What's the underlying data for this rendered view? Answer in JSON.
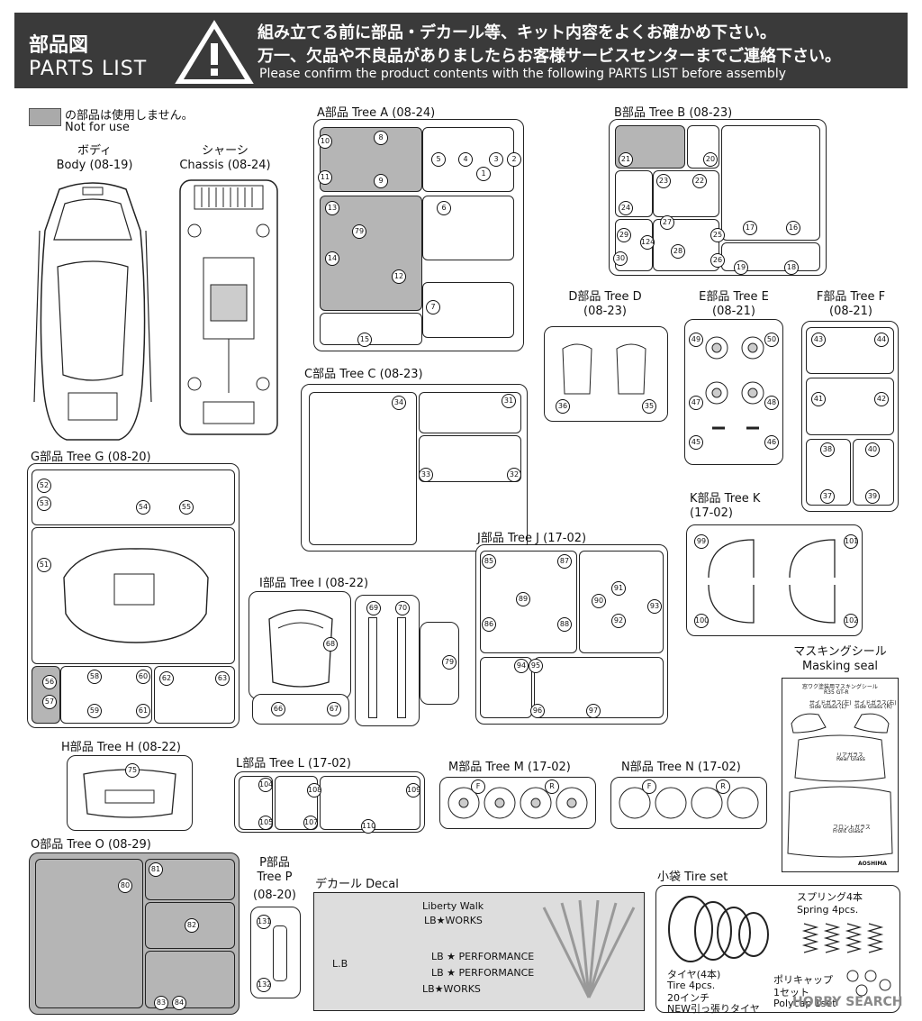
{
  "header": {
    "title_jp": "部品図",
    "title_en": "PARTS LIST",
    "warning_line1": "組み立てる前に部品・デカール等、キット内容をよくお確かめ下さい。",
    "warning_line2": "万一、欠品や不良品がありましたらお客様サービスセンターまでご連絡下さい。",
    "warning_line3": "Please confirm the product contents with the following PARTS LIST before assembly"
  },
  "legend": {
    "text_jp": "の部品は使用しません。",
    "text_en": "Not for use"
  },
  "body": {
    "label_jp": "ボディ",
    "label_en": "Body (08-19)"
  },
  "chassis": {
    "label_jp": "シャーシ",
    "label_en": "Chassis (08-24)"
  },
  "trees": {
    "A": {
      "label": "A部品 Tree A (08-24)",
      "parts": [
        "10",
        "8",
        "11",
        "9",
        "5",
        "4",
        "3",
        "1",
        "2",
        "13",
        "79",
        "14",
        "6",
        "12",
        "7",
        "15"
      ]
    },
    "B": {
      "label": "B部品 Tree B (08-23)",
      "parts": [
        "21",
        "20",
        "23",
        "22",
        "24",
        "27",
        "17",
        "16",
        "29",
        "124",
        "28",
        "25",
        "30",
        "26",
        "19",
        "18"
      ]
    },
    "C": {
      "label": "C部品 Tree C (08-23)",
      "parts": [
        "34",
        "31",
        "33",
        "32"
      ]
    },
    "D": {
      "label_1": "D部品 Tree D",
      "label_2": "(08-23)",
      "parts": [
        "36",
        "35"
      ]
    },
    "E": {
      "label_1": "E部品 Tree E",
      "label_2": "(08-21)",
      "parts": [
        "49",
        "50",
        "47",
        "48",
        "45",
        "46"
      ]
    },
    "F": {
      "label_1": "F部品 Tree F",
      "label_2": "(08-21)",
      "parts": [
        "43",
        "44",
        "41",
        "42",
        "38",
        "40",
        "37",
        "39"
      ]
    },
    "G": {
      "label": "G部品 Tree G (08-20)",
      "parts": [
        "52",
        "53",
        "54",
        "55",
        "51",
        "56",
        "57",
        "58",
        "60",
        "59",
        "61",
        "62",
        "63"
      ]
    },
    "I": {
      "label": "I部品 Tree I (08-22)",
      "parts": [
        "68",
        "69",
        "70",
        "79",
        "66",
        "67"
      ]
    },
    "J": {
      "label": "J部品 Tree J (17-02)",
      "parts": [
        "85",
        "87",
        "89",
        "90",
        "91",
        "86",
        "88",
        "92",
        "93",
        "94",
        "95",
        "96",
        "97"
      ]
    },
    "K": {
      "label_1": "K部品 Tree K",
      "label_2": "(17-02)",
      "parts": [
        "99",
        "101",
        "100",
        "102"
      ]
    },
    "H": {
      "label": "H部品 Tree H (08-22)",
      "parts": [
        "75"
      ]
    },
    "L": {
      "label": "L部品 Tree L (17-02)",
      "parts": [
        "104",
        "108",
        "109",
        "105",
        "107",
        "110"
      ]
    },
    "M": {
      "label": "M部品 Tree M (17-02)",
      "marks": [
        "F",
        "R"
      ]
    },
    "N": {
      "label": "N部品 Tree N (17-02)",
      "marks": [
        "F",
        "R"
      ]
    },
    "O": {
      "label": "O部品 Tree O (08-29)",
      "parts": [
        "80",
        "81",
        "82",
        "83",
        "84"
      ]
    },
    "P": {
      "label_1": "P部品",
      "label_2": "Tree P",
      "label_3": "(08-20)",
      "parts": [
        "131",
        "132"
      ]
    }
  },
  "masking": {
    "label_jp": "マスキングシール",
    "label_en": "Masking seal",
    "sheet_title": "窓ワク塗装用マスキングシール",
    "sheet_model": "R35 GT-R",
    "rear_glass_jp": "リアガラス",
    "rear_glass_en": "Rear Glass",
    "front_glass_jp": "フロントガラス",
    "front_glass_en": "Front Glass",
    "side_left_jp": "サイドガラス(左)",
    "side_left_en": "Side Glass (L)",
    "side_right_jp": "サイドガラス(右)",
    "side_right_en": "Side Glass (R)",
    "brand": "AOSHIMA"
  },
  "decal": {
    "label": "デカール Decal",
    "texts": [
      "Liberty Walk",
      "LB★WORKS",
      "LB ★ PERFORMANCE",
      "LB ★ PERFORMANCE",
      "LB★WORKS",
      "L.B"
    ]
  },
  "tire_set": {
    "label": "小袋 Tire set",
    "spring_jp": "スプリング4本",
    "spring_en": "Spring 4pcs.",
    "tire_jp": "タイヤ(4本)",
    "tire_en": "Tire 4pcs.",
    "tire_size": "20インチ",
    "tire_type": "NEW引っ張りタイヤ",
    "polycap_jp": "ポリキャップ",
    "polycap_qty": "1セット",
    "polycap_en": "Polycap 1set"
  },
  "watermark": "HOBBY SEARCH"
}
